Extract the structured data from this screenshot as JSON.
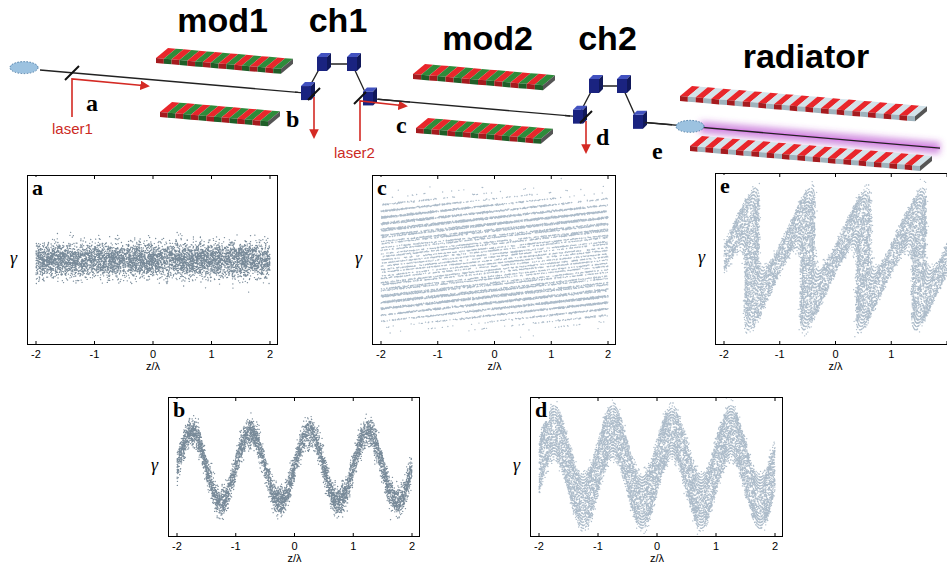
{
  "diagram": {
    "nodes": [
      {
        "text": [
          "mod1"
        ]
      },
      {
        "text": [
          "ch1"
        ]
      },
      {
        "text": [
          "mod2"
        ]
      },
      {
        "text": [
          "ch2"
        ]
      },
      {
        "text": [
          "radiator"
        ]
      },
      {
        "text": [
          "a"
        ]
      },
      {
        "text": [
          "c"
        ]
      },
      {
        "text": [
          "e"
        ]
      },
      {
        "text": [
          "b"
        ]
      },
      {
        "text": [
          "d"
        ]
      }
    ],
    "edges": [
      {
        "from": 0,
        "to": 1,
        "arrow": "none"
      },
      {
        "from": 1,
        "to": 2,
        "arrow": "none"
      },
      {
        "from": 2,
        "to": 3,
        "arrow": "none"
      },
      {
        "from": 3,
        "to": 4,
        "arrow": "none"
      }
    ],
    "labels": [
      "a",
      "b",
      "c",
      "d",
      "e",
      "laser1",
      "laser2",
      "γ",
      "-2",
      "-1",
      "0",
      "1",
      "2",
      "z/λ",
      "γ",
      "-2",
      "-1",
      "0",
      "1",
      "2",
      "z/λ",
      "γ",
      "-2",
      "-1",
      "0",
      "1",
      "z/λ",
      "γ",
      "-2",
      "-1",
      "0",
      "1",
      "2",
      "z/λ",
      "γ",
      "-2",
      "-1",
      "0",
      "1",
      "2",
      "z/λ"
    ]
  }
}
